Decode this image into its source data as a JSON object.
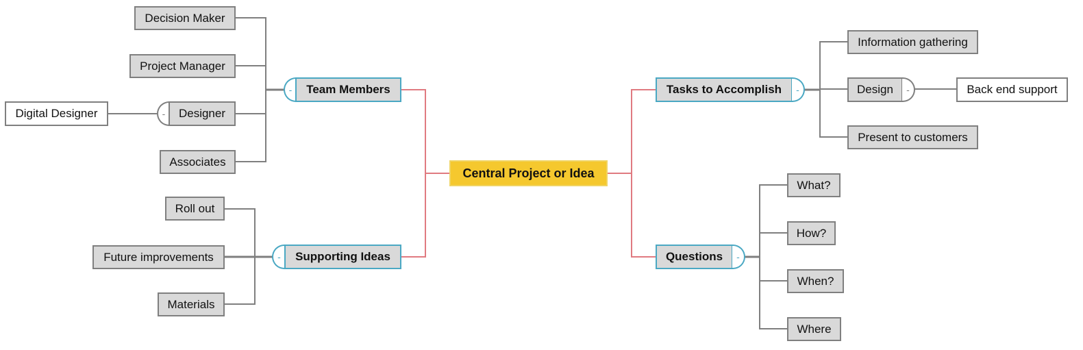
{
  "colors": {
    "center_fill": "#f5c82e",
    "main_border": "#4aa8c3",
    "main_line": "#e07a80",
    "leaf_fill": "#d9d9d9",
    "leaf_border": "#7f7f7f",
    "leaf_line": "#7f7f7f"
  },
  "central": {
    "label": "Central Project or Idea"
  },
  "branches": {
    "team_members": {
      "label": "Team Members",
      "toggle": "-",
      "children": [
        "Decision Maker",
        "Project Manager",
        "Designer",
        "Associates"
      ],
      "designer_toggle": "-",
      "designer_child": "Digital Designer"
    },
    "supporting_ideas": {
      "label": "Supporting Ideas",
      "toggle": "-",
      "children": [
        "Roll out",
        "Future improvements",
        "Materials"
      ]
    },
    "tasks": {
      "label": "Tasks to Accomplish",
      "toggle": "-",
      "children": [
        "Information gathering",
        "Design",
        "Present to customers"
      ],
      "design_toggle": "-",
      "design_child": "Back end support"
    },
    "questions": {
      "label": "Questions",
      "toggle": "-",
      "children": [
        "What?",
        "How?",
        "When?",
        "Where"
      ]
    }
  }
}
